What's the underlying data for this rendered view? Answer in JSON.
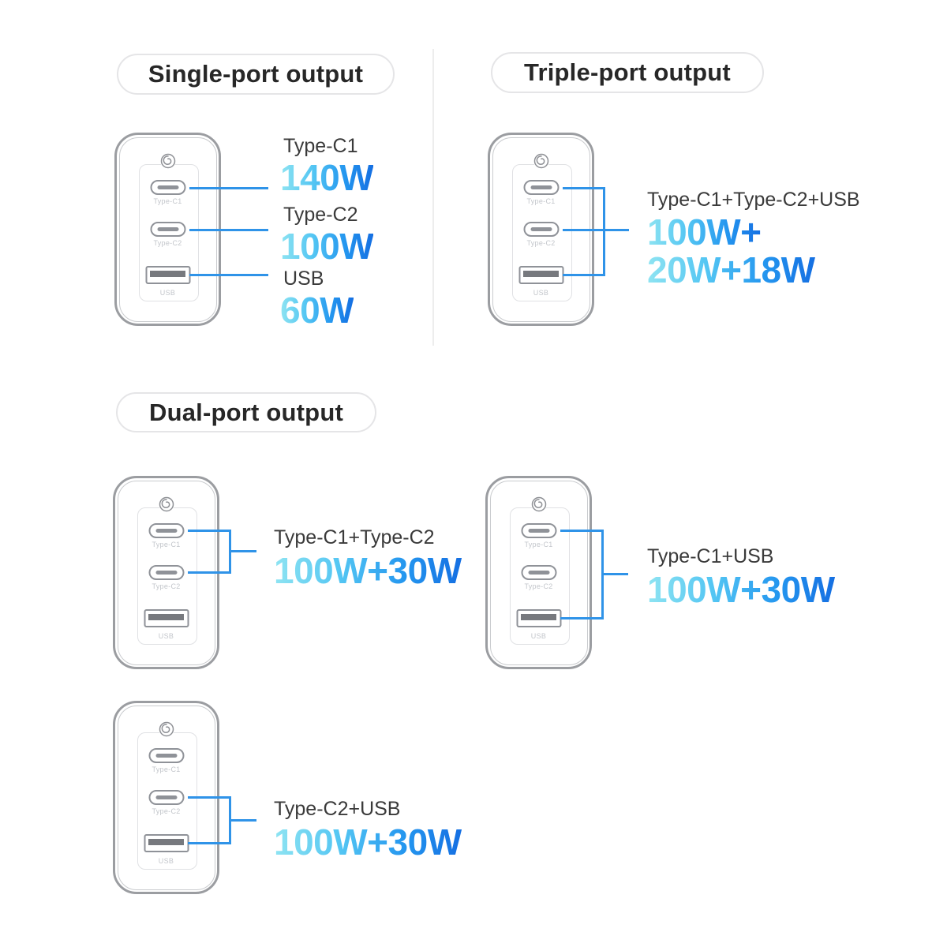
{
  "sections": [
    {
      "id": "single",
      "title": "Single-port output"
    },
    {
      "id": "triple",
      "title": "Triple-port output"
    },
    {
      "id": "dual",
      "title": "Dual-port output"
    }
  ],
  "charger": {
    "logo": "fast-charge-spiral-icon",
    "ports": [
      {
        "type": "usb-c",
        "label": "Type-C1"
      },
      {
        "type": "usb-c",
        "label": "Type-C2"
      },
      {
        "type": "usb-a",
        "label": "USB"
      }
    ]
  },
  "annotations": {
    "single": {
      "items": [
        {
          "port": "Type-C1",
          "watts": "140W"
        },
        {
          "port": "Type-C2",
          "watts": "100W"
        },
        {
          "port": "USB",
          "watts": "60W"
        }
      ]
    },
    "triple": {
      "combo": "Type-C1+Type-C2+USB",
      "watts_line1": "100W+",
      "watts_line2": "20W+18W"
    },
    "dual": [
      {
        "combo": "Type-C1+Type-C2",
        "watts": "100W+30W"
      },
      {
        "combo": "Type-C1+USB",
        "watts": "100W+30W"
      },
      {
        "combo": "Type-C2+USB",
        "watts": "100W+30W"
      }
    ]
  },
  "colors": {
    "background": "#ffffff",
    "callout_line": "#2f93e8",
    "watts_gradient_start": "#8fe4f2",
    "watts_gradient_end": "#156fe2",
    "heading_text": "#272727",
    "label_text": "#3a3a3a",
    "device_outline": "#9b9da1",
    "port_label_text": "#c3c6cb"
  }
}
